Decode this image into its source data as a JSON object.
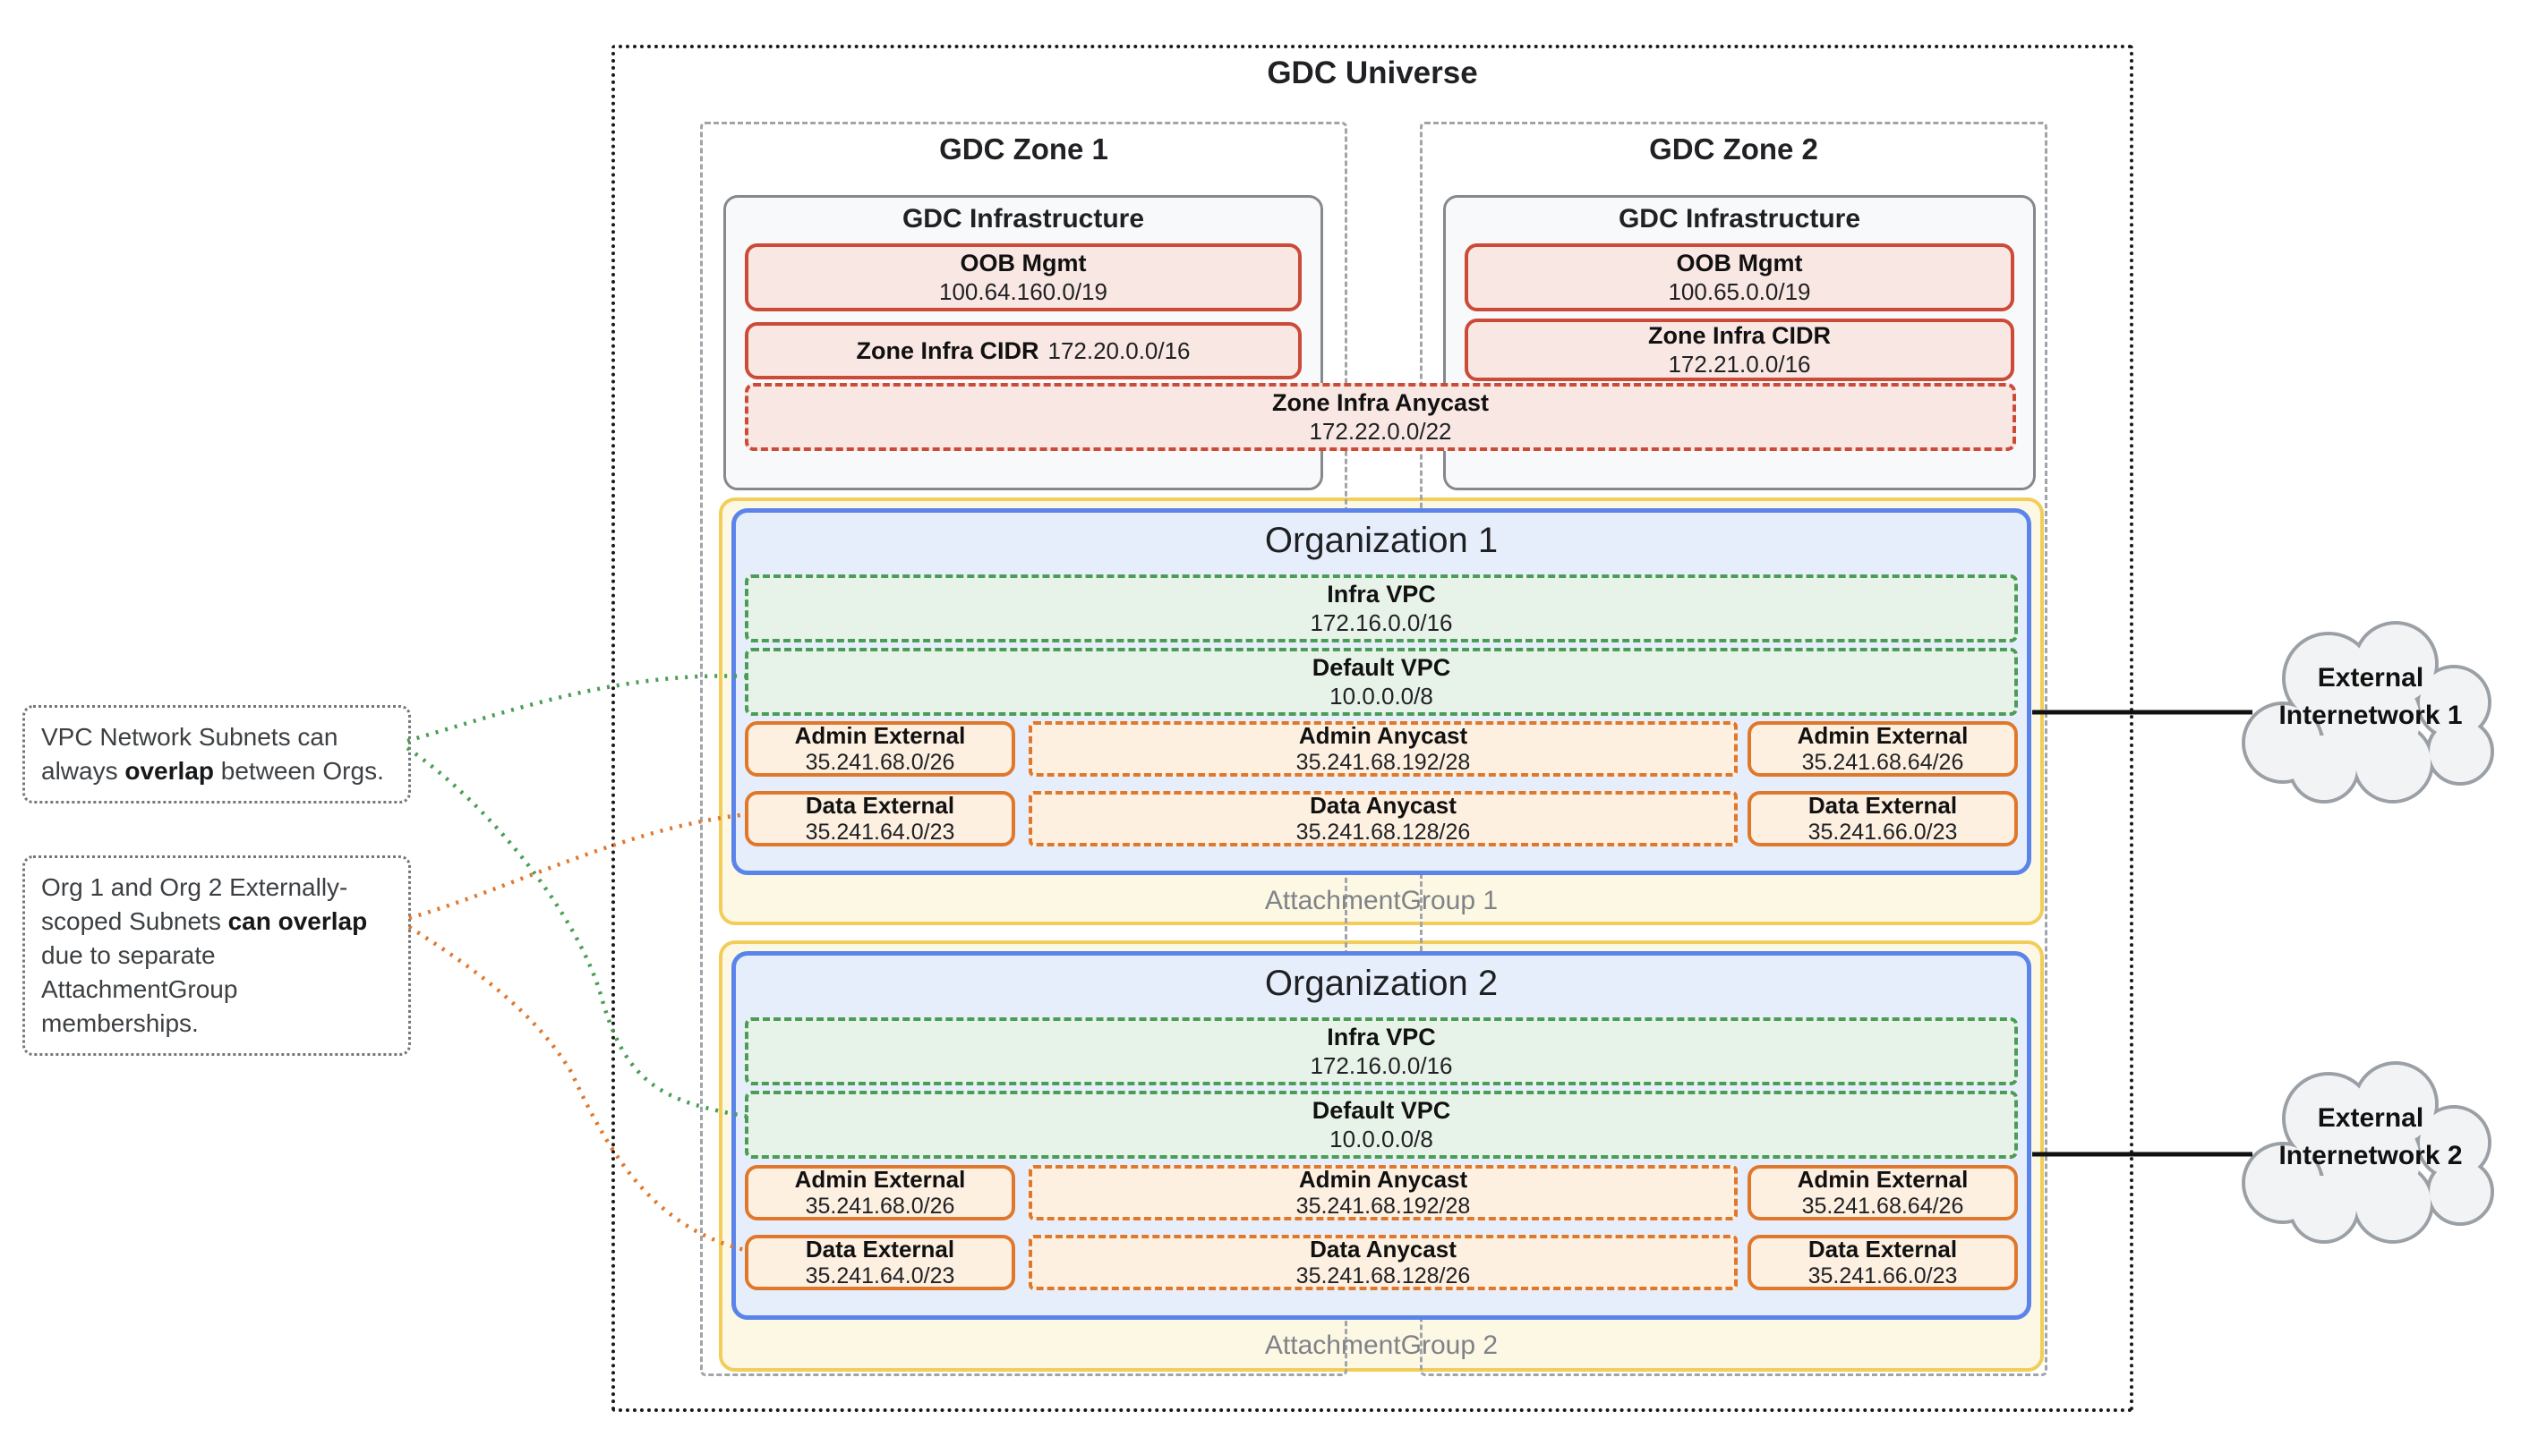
{
  "palette": {
    "red_border": "#cc4b38",
    "red_fill": "#f9e7e3",
    "orange_border": "#e0782c",
    "orange_fill": "#fdf0e1",
    "green_border": "#4a9d57",
    "green_fill": "#e7f2e8",
    "blue_border": "#5b84ea",
    "blue_fill": "#e7eefb",
    "yellow_border": "#f2cd5a",
    "yellow_fill": "#fdf8e3",
    "zone_dash_border": "#a1a5aa",
    "cloud_fill": "#f1f3f4",
    "cloud_border": "#9aa0a6"
  },
  "universe": {
    "title": "GDC Universe"
  },
  "zones": [
    {
      "title": "GDC Zone 1",
      "infrastructure": {
        "title": "GDC Infrastructure",
        "oob": {
          "label": "OOB Mgmt",
          "cidr": "100.64.160.0/19"
        },
        "zone_infra": {
          "label": "Zone Infra CIDR",
          "cidr": "172.20.0.0/16"
        }
      }
    },
    {
      "title": "GDC Zone 2",
      "infrastructure": {
        "title": "GDC Infrastructure",
        "oob": {
          "label": "OOB Mgmt",
          "cidr": "100.65.0.0/19"
        },
        "zone_infra": {
          "label": "Zone Infra CIDR",
          "cidr": "172.21.0.0/16"
        }
      }
    }
  ],
  "zone_infra_anycast": {
    "label": "Zone Infra Anycast",
    "cidr": "172.22.0.0/22"
  },
  "organizations": [
    {
      "title": "Organization 1",
      "attachment_group_label": "AttachmentGroup 1",
      "vpcs": [
        {
          "label": "Infra VPC",
          "cidr": "172.16.0.0/16"
        },
        {
          "label": "Default VPC",
          "cidr": "10.0.0.0/8"
        }
      ],
      "subnets": [
        {
          "label": "Admin External",
          "cidr": "35.241.68.0/26"
        },
        {
          "label": "Admin Anycast",
          "cidr": "35.241.68.192/28"
        },
        {
          "label": "Admin External",
          "cidr": "35.241.68.64/26"
        },
        {
          "label": "Data External",
          "cidr": "35.241.64.0/23"
        },
        {
          "label": "Data Anycast",
          "cidr": "35.241.68.128/26"
        },
        {
          "label": "Data External",
          "cidr": "35.241.66.0/23"
        }
      ]
    },
    {
      "title": "Organization 2",
      "attachment_group_label": "AttachmentGroup 2",
      "vpcs": [
        {
          "label": "Infra VPC",
          "cidr": "172.16.0.0/16"
        },
        {
          "label": "Default VPC",
          "cidr": "10.0.0.0/8"
        }
      ],
      "subnets": [
        {
          "label": "Admin External",
          "cidr": "35.241.68.0/26"
        },
        {
          "label": "Admin Anycast",
          "cidr": "35.241.68.192/28"
        },
        {
          "label": "Admin External",
          "cidr": "35.241.68.64/26"
        },
        {
          "label": "Data External",
          "cidr": "35.241.64.0/23"
        },
        {
          "label": "Data Anycast",
          "cidr": "35.241.68.128/26"
        },
        {
          "label": "Data External",
          "cidr": "35.241.66.0/23"
        }
      ]
    }
  ],
  "notes": [
    {
      "pre": "VPC Network Subnets can always ",
      "bold": "overlap",
      "post": " between Orgs."
    },
    {
      "pre": "Org 1 and Org 2 Externally-scoped Subnets ",
      "bold": "can overlap",
      "post": " due to separate AttachmentGroup memberships."
    }
  ],
  "external_networks": [
    {
      "line1": "External",
      "line2": "Internetwork 1"
    },
    {
      "line1": "External",
      "line2": "Internetwork 2"
    }
  ]
}
